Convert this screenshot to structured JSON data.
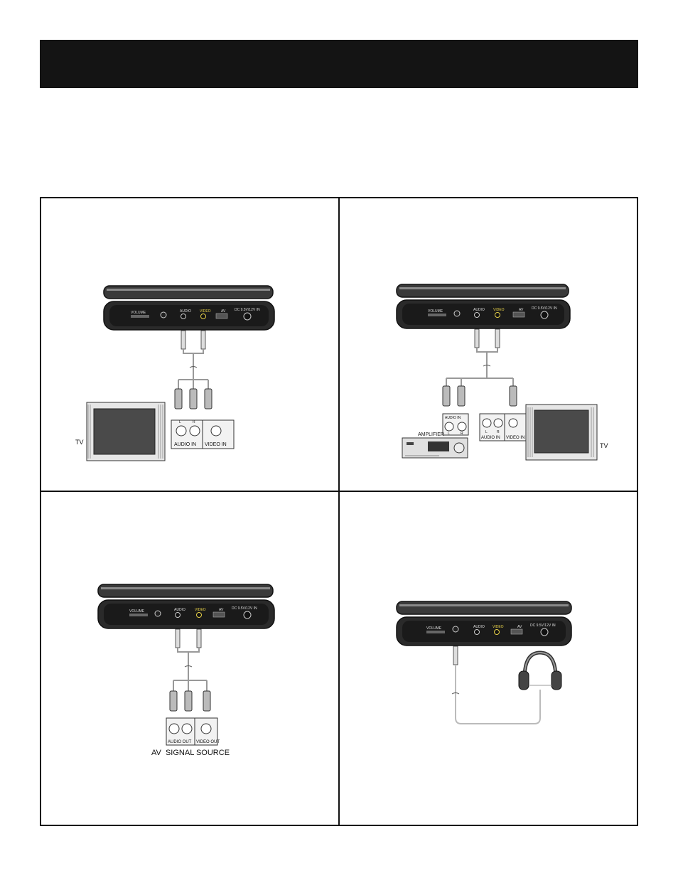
{
  "diagrams": {
    "tv_connection": {
      "player_labels": {
        "volume": "VOLUME",
        "audio": "AUDIO",
        "video": "VIDEO",
        "av": "AV",
        "dc_in": "DC 9.5V/12V IN"
      },
      "jack_labels": {
        "left": "L",
        "right": "R"
      },
      "audio_in": "AUDIO IN",
      "video_in": "VIDEO IN",
      "device": "TV"
    },
    "amplifier_connection": {
      "player_labels": {
        "volume": "VOLUME",
        "audio": "AUDIO",
        "video": "VIDEO",
        "av": "AV",
        "dc_in": "DC 9.5V/12V IN"
      },
      "amp_audio_in": "AUDIO IN",
      "jack_labels": {
        "left": "L",
        "right": "R"
      },
      "amplifier": "AMPLIFIER",
      "tv_audio_in": "AUDIO IN",
      "tv_video_in": "VIDEO IN",
      "device": "TV"
    },
    "av_source_connection": {
      "player_labels": {
        "volume": "VOLUME",
        "audio": "AUDIO",
        "video": "VIDEO",
        "av": "AV",
        "dc_in": "DC 9.5V/12V IN"
      },
      "audio_out": "AUDIO OUT",
      "video_out": "VIDEO OUT",
      "source": "AV  SIGNAL SOURCE"
    },
    "headphone_connection": {
      "player_labels": {
        "volume": "VOLUME",
        "audio": "AUDIO",
        "video": "VIDEO",
        "av": "AV",
        "dc_in": "DC 9.5V/12V IN"
      }
    }
  }
}
